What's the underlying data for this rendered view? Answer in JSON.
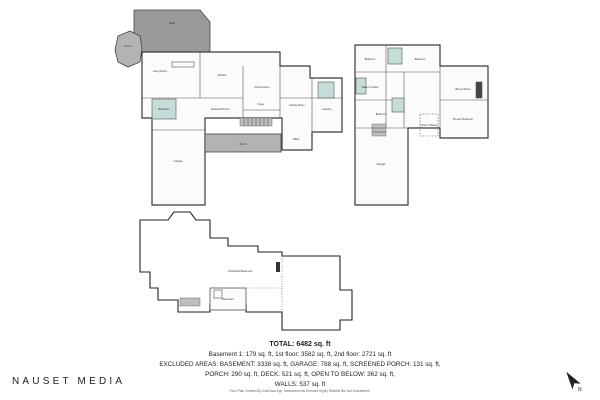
{
  "rooms": {
    "deck": "Deck",
    "porch_top": "Porch",
    "living": "Living Room",
    "kitchen": "Kitchen",
    "dining": "Dining Room",
    "family": "Family Room",
    "laundry": "Laundry",
    "bath": "Bathroom",
    "foyer": "Foyer",
    "office": "Office",
    "garage": "Garage",
    "screened_porch": "Screened Porch",
    "porch_front": "Porch",
    "bedroom_1": "Bedroom",
    "bedroom_2": "Bedroom",
    "bedroom_3": "Bedroom",
    "primary_bedroom": "Primary Bedroom",
    "bonus": "Bonus Room",
    "walk_in_closet": "Walk-In Closet",
    "open_to_below": "Open to Below",
    "basement_room": "Basement",
    "unfinished": "Unfinished Basement",
    "storage": "Storage"
  },
  "summary": {
    "total": "TOTAL: 6482 sq. ft",
    "floors": "Basement 1: 179 sq. ft, 1st floor: 3582 sq. ft, 2nd floor: 2721 sq. ft",
    "excluded": "EXCLUDED AREAS: BASEMENT: 3338 sq. ft, GARAGE: 788 sq. ft, SCREENED PORCH: 131 sq. ft,",
    "excluded2": "PORCH: 290 sq. ft, DECK: 521 sq. ft, OPEN TO BELOW: 362 sq. ft,",
    "walls": "WALLS: 537 sq. ft"
  },
  "brand": "NAUSET MEDIA",
  "disclaimer": "Floor Plan Created By CubiCasa App. Measurements Deemed Highly Reliable But Not Guaranteed.",
  "north_label": "N",
  "colors": {
    "deck": "#9a9a9a",
    "porch": "#b3b3b3",
    "bath": "#c5dcd8",
    "wall": "#3a3a3a"
  }
}
